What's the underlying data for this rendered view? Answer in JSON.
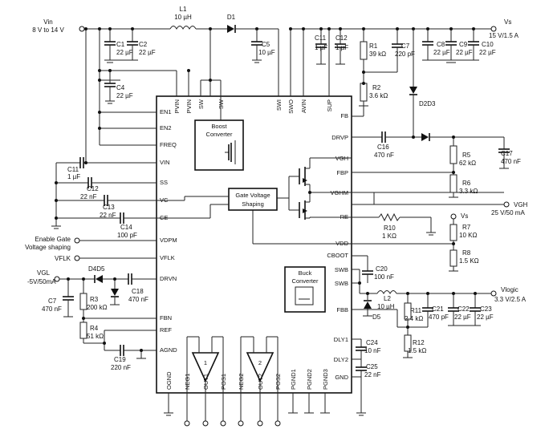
{
  "net_labels": {
    "vin_title": "Vin",
    "vin_range": "8 V to 14 V",
    "vs_title": "Vs",
    "vs_rating": "15 V/1.5 A",
    "vgh_title": "VGH",
    "vgh_rating": "25 V/50 mA",
    "vs_small": "Vs",
    "vlogic_title": "Vlogic",
    "vlogic_rating": "3.3 V/2.5 A",
    "vgl_title": "VGL",
    "vgl_rating": "-5V/50mA",
    "enable_line1": "Enable Gate",
    "enable_line2": "Voltage shaping",
    "vflk": "VFLK"
  },
  "blocks": {
    "boost_line1": "Boost",
    "boost_line2": "Converter",
    "gvs_line1": "Gate Voltage",
    "gvs_line2": "Shaping",
    "buck_line1": "Buck",
    "buck_line2": "Converter"
  },
  "pins_left": [
    "EN1",
    "EN2",
    "FREQ",
    "VIN",
    "SS",
    "VC",
    "CE",
    "VDPM",
    "VFLK",
    "DRVN",
    "FBN",
    "REF",
    "AGND"
  ],
  "pins_top": [
    "PVIN",
    "PVIN",
    "SW",
    "SW",
    "SWI",
    "SWO",
    "AVIN",
    "SUP"
  ],
  "pins_right": [
    "FB",
    "DRVP",
    "VGH",
    "FBP",
    "VGHM",
    "RE",
    "VDD",
    "CBOOT",
    "SWB",
    "SWB",
    "FBB",
    "DLY1",
    "DLY2",
    "GND"
  ],
  "pins_bottom": [
    "OGND",
    "NEG1",
    "OUT1",
    "POS1",
    "NEG2",
    "OUT2",
    "POS2",
    "PGND1",
    "PGND2",
    "PGND3"
  ],
  "amp1_num": "1",
  "amp2_num": "2",
  "components": {
    "L1": {
      "ref": "L1",
      "val": "10 µH"
    },
    "D1": {
      "ref": "D1"
    },
    "C1": {
      "ref": "C1",
      "val": "22 µF"
    },
    "C2": {
      "ref": "C2",
      "val": "22 µF"
    },
    "C4": {
      "ref": "C4",
      "val": "22 µF"
    },
    "C5": {
      "ref": "C5",
      "val": "10 µF"
    },
    "C11": {
      "ref": "C11",
      "val": "1 µF"
    },
    "C12": {
      "ref": "C12",
      "val": "1 µF"
    },
    "R1": {
      "ref": "R1",
      "val": "39 kΩ"
    },
    "C7a": {
      "ref": "C7",
      "val": "220 pF"
    },
    "R2": {
      "ref": "R2",
      "val": "3.6 kΩ"
    },
    "C8": {
      "ref": "C8",
      "val": "22 µF"
    },
    "C9": {
      "ref": "C9",
      "val": "22 µF"
    },
    "C10": {
      "ref": "C10",
      "val": "22 µF"
    },
    "D2D3": {
      "ref": "D2D3"
    },
    "C16": {
      "ref": "C16",
      "val": "470 nF"
    },
    "R5": {
      "ref": "R5",
      "val": "62 kΩ"
    },
    "C17": {
      "ref": "C17",
      "val": "470 nF"
    },
    "R6": {
      "ref": "R6",
      "val": "3.3 kΩ"
    },
    "C11b": {
      "ref": "C11",
      "val": "1 µF"
    },
    "C12b": {
      "ref": "C12",
      "val": "22 nF"
    },
    "C13": {
      "ref": "C13",
      "val": "22 nF"
    },
    "C14": {
      "ref": "C14",
      "val": "100 pF"
    },
    "R10": {
      "ref": "R10",
      "val": "1 KΩ"
    },
    "R7": {
      "ref": "R7",
      "val": "10 KΩ"
    },
    "R8": {
      "ref": "R8",
      "val": "1.5 KΩ"
    },
    "C20": {
      "ref": "C20",
      "val": "100 nF"
    },
    "D4D5": {
      "ref": "D4D5"
    },
    "C7b": {
      "ref": "C7",
      "val": "470 nF"
    },
    "R3": {
      "ref": "R3",
      "val": "200 kΩ"
    },
    "C18": {
      "ref": "C18",
      "val": "470 nF"
    },
    "R4": {
      "ref": "R4",
      "val": "51 kΩ"
    },
    "C19": {
      "ref": "C19",
      "val": "220 nF"
    },
    "L2": {
      "ref": "L2",
      "val": "10 µH"
    },
    "D5": {
      "ref": "D5"
    },
    "R11": {
      "ref": "R11",
      "val": "2.4 kΩ"
    },
    "C21": {
      "ref": "C21",
      "val": "470 pF"
    },
    "C22": {
      "ref": "C22",
      "val": "22 µF"
    },
    "C23": {
      "ref": "C23",
      "val": "22 µF"
    },
    "R12": {
      "ref": "R12",
      "val": "1.5 kΩ"
    },
    "C24": {
      "ref": "C24",
      "val": "10 nF"
    },
    "C25": {
      "ref": "C25",
      "val": "22 nF"
    }
  }
}
